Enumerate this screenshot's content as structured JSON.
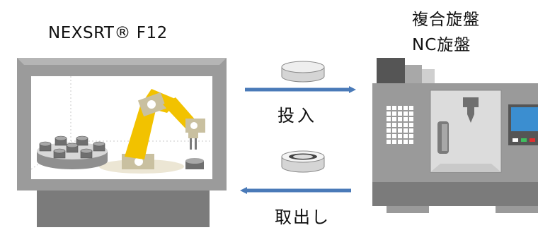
{
  "left_station": {
    "title": "NEXSRT® F12"
  },
  "right_station": {
    "title_line1": "複合旋盤",
    "title_line2": "NC旋盤"
  },
  "flow": {
    "in_label": "投入",
    "out_label": "取出し"
  },
  "colors": {
    "arrow": "#4a7ab8",
    "robot_arm": "#f2c200",
    "machine_body": "#9a9a9a",
    "enclosure": "#9b9b9b"
  }
}
